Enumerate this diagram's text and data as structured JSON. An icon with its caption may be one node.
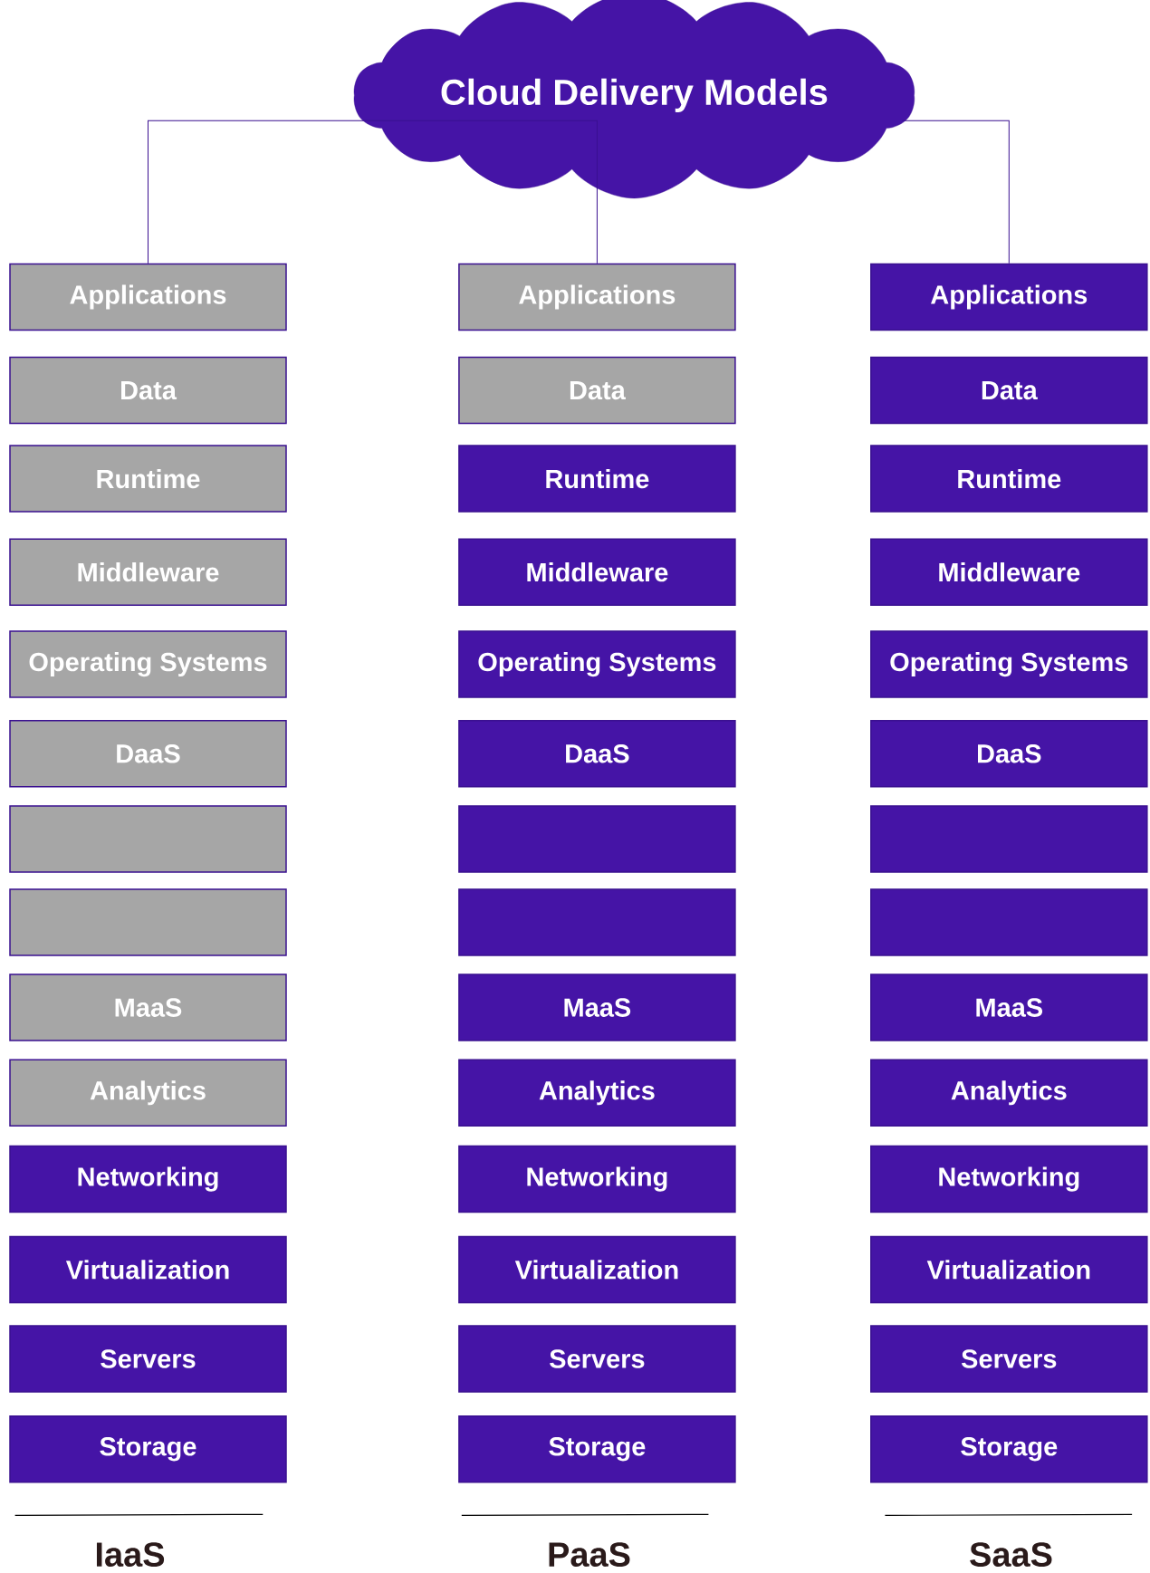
{
  "diagram": {
    "nodes": [
      {
        "text": [
          "Cloud Delivery Models"
        ]
      },
      {
        "text": [
          "Applications"
        ]
      },
      {
        "text": [
          "Data"
        ]
      },
      {
        "text": [
          "Runtime"
        ]
      },
      {
        "text": [
          "Middleware"
        ]
      },
      {
        "text": [
          "Operating Systems"
        ]
      },
      {
        "text": [
          "DaaS"
        ]
      },
      {
        "text": [],
        "shape": "box"
      },
      {
        "text": [],
        "shape": "box"
      },
      {
        "text": [
          "MaaS"
        ]
      },
      {
        "text": [
          "Analytics"
        ]
      },
      {
        "text": [
          "Networking"
        ]
      },
      {
        "text": [
          "Virtualization"
        ]
      },
      {
        "text": [
          "Servers"
        ]
      },
      {
        "text": [
          "Storage"
        ]
      },
      {
        "text": [
          "Applications"
        ]
      },
      {
        "text": [
          "Data"
        ]
      },
      {
        "text": [
          "Runtime"
        ]
      },
      {
        "text": [
          "Middleware"
        ]
      },
      {
        "text": [
          "Operating Systems"
        ]
      },
      {
        "text": [
          "DaaS"
        ]
      },
      {
        "text": [],
        "shape": "box"
      },
      {
        "text": [],
        "shape": "box"
      },
      {
        "text": [
          "MaaS"
        ]
      },
      {
        "text": [
          "Analytics"
        ]
      },
      {
        "text": [
          "Networking"
        ]
      },
      {
        "text": [
          "Virtualization"
        ]
      },
      {
        "text": [
          "Servers"
        ]
      },
      {
        "text": [
          "Storage"
        ]
      },
      {
        "text": [
          "Applications"
        ]
      },
      {
        "text": [
          "Data"
        ]
      },
      {
        "text": [
          "Runtime"
        ]
      },
      {
        "text": [
          "Middleware"
        ]
      },
      {
        "text": [
          "Operating Systems"
        ]
      },
      {
        "text": [
          "DaaS"
        ]
      },
      {
        "text": [],
        "shape": "box"
      },
      {
        "text": [],
        "shape": "box"
      },
      {
        "text": [
          "MaaS"
        ]
      },
      {
        "text": [
          "Analytics"
        ]
      },
      {
        "text": [
          "Networking"
        ]
      },
      {
        "text": [
          "Virtualization"
        ]
      },
      {
        "text": [
          "Servers"
        ]
      },
      {
        "text": [
          "Storage"
        ]
      }
    ],
    "edges": [
      {
        "from": 0,
        "to": 1,
        "arrow": "none"
      },
      {
        "from": 0,
        "to": 15,
        "arrow": "none"
      },
      {
        "from": 0,
        "to": 29,
        "arrow": "none"
      }
    ],
    "labels": [
      "IaaS",
      "PaaS",
      "SaaS"
    ]
  }
}
